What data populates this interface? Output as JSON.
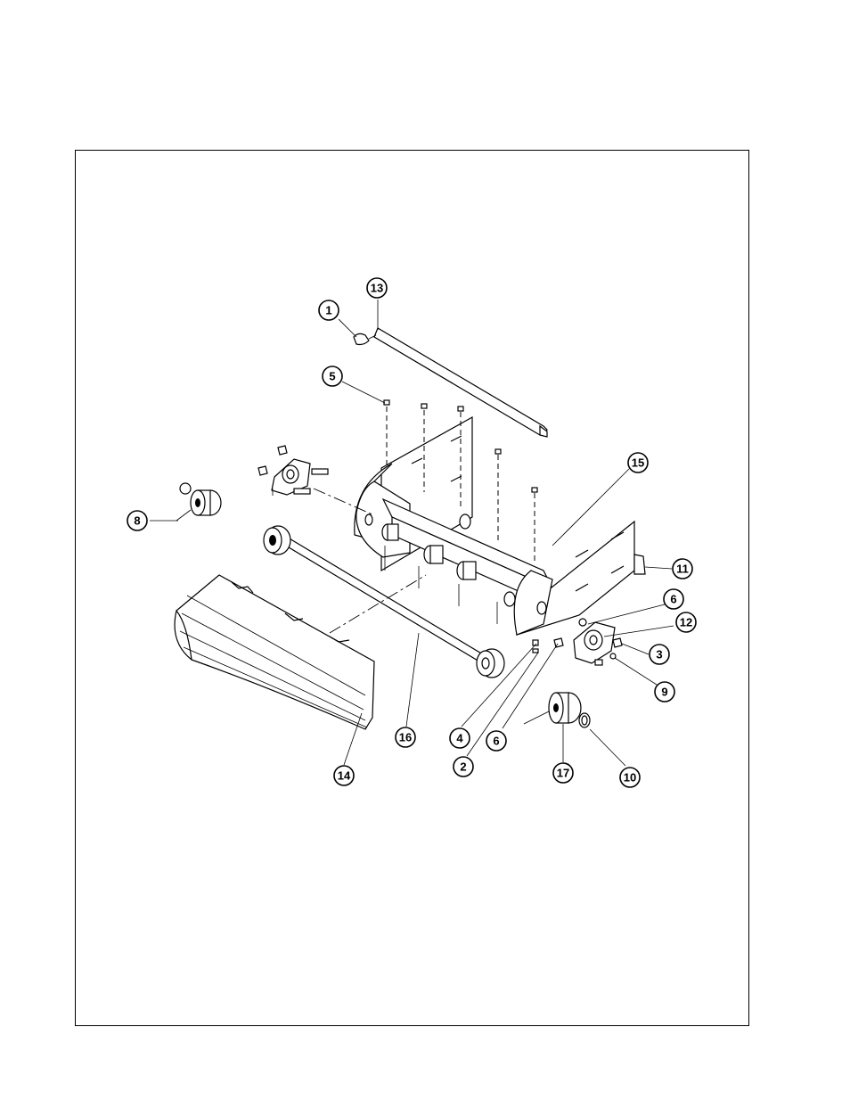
{
  "callouts": [
    {
      "id": "c1",
      "label": "1"
    },
    {
      "id": "c13",
      "label": "13"
    },
    {
      "id": "c5",
      "label": "5"
    },
    {
      "id": "c15",
      "label": "15"
    },
    {
      "id": "c8",
      "label": "8"
    },
    {
      "id": "c11",
      "label": "11"
    },
    {
      "id": "c6a",
      "label": "6"
    },
    {
      "id": "c12",
      "label": "12"
    },
    {
      "id": "c3",
      "label": "3"
    },
    {
      "id": "c9",
      "label": "9"
    },
    {
      "id": "c4",
      "label": "4"
    },
    {
      "id": "c6b",
      "label": "6"
    },
    {
      "id": "c2",
      "label": "2"
    },
    {
      "id": "c16",
      "label": "16"
    },
    {
      "id": "c14",
      "label": "14"
    },
    {
      "id": "c17",
      "label": "17"
    },
    {
      "id": "c10",
      "label": "10"
    }
  ]
}
